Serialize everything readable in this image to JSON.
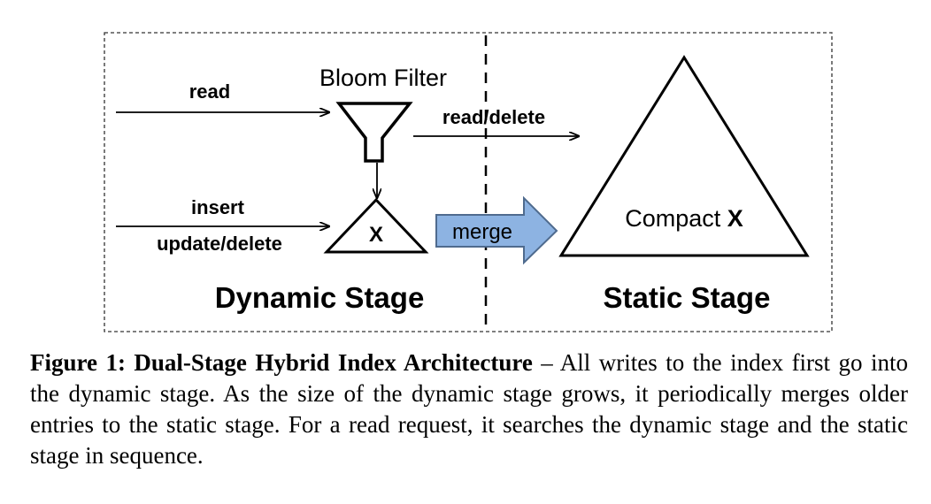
{
  "diagram": {
    "bloom_filter": "Bloom Filter",
    "arrow_read": "read",
    "arrow_read_delete": "read/delete",
    "arrow_insert": "insert",
    "arrow_update_delete": "update/delete",
    "dynamic_index": "X",
    "merge": "merge",
    "static_index_prefix": "Compact ",
    "static_index_name": "X",
    "dynamic_stage": "Dynamic Stage",
    "static_stage": "Static Stage"
  },
  "caption": {
    "title": "Figure 1: Dual-Stage Hybrid Index Architecture",
    "body": " – All writes to the index first go into the dynamic stage. As the size of the dynamic stage grows, it periodically merges older entries to the static stage. For a read request, it searches the dynamic stage and the static stage in sequence."
  },
  "colors": {
    "merge_fill": "#8DB3E2",
    "merge_stroke": "#4F6B8E"
  }
}
